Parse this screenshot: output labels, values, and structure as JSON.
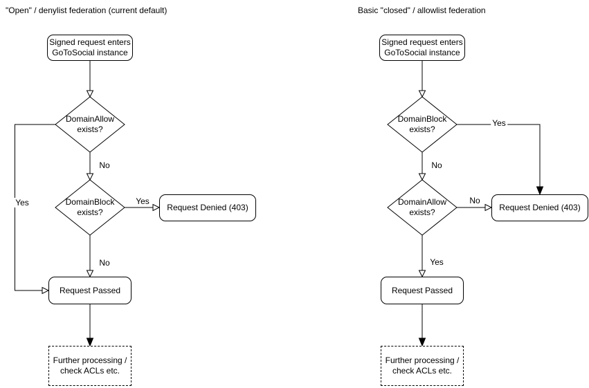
{
  "colors": {
    "background": "#ffffff",
    "stroke": "#000000",
    "node_fill": "#ffffff",
    "text": "#000000"
  },
  "diagrams": [
    {
      "title": "\"Open\" / denylist federation (current default)",
      "nodes": {
        "start": "Signed request enters\nGoToSocial instance",
        "decision1": "DomainAllow\nexists?",
        "decision2": "DomainBlock\nexists?",
        "denied": "Request Denied (403)",
        "passed": "Request Passed",
        "further": "Further processing /\ncheck ACLs etc."
      },
      "edge_labels": {
        "decision1_yes": "Yes",
        "decision1_no": "No",
        "decision2_yes": "Yes",
        "decision2_no": "No"
      }
    },
    {
      "title": "Basic \"closed\" / allowlist federation",
      "nodes": {
        "start": "Signed request enters\nGoToSocial instance",
        "decision1": "DomainBlock\nexists?",
        "decision2": "DomainAllow\nexists?",
        "denied": "Request Denied (403)",
        "passed": "Request Passed",
        "further": "Further processing /\ncheck ACLs etc."
      },
      "edge_labels": {
        "decision1_yes": "Yes",
        "decision1_no": "No",
        "decision2_no": "No",
        "decision2_yes": "Yes"
      }
    }
  ]
}
